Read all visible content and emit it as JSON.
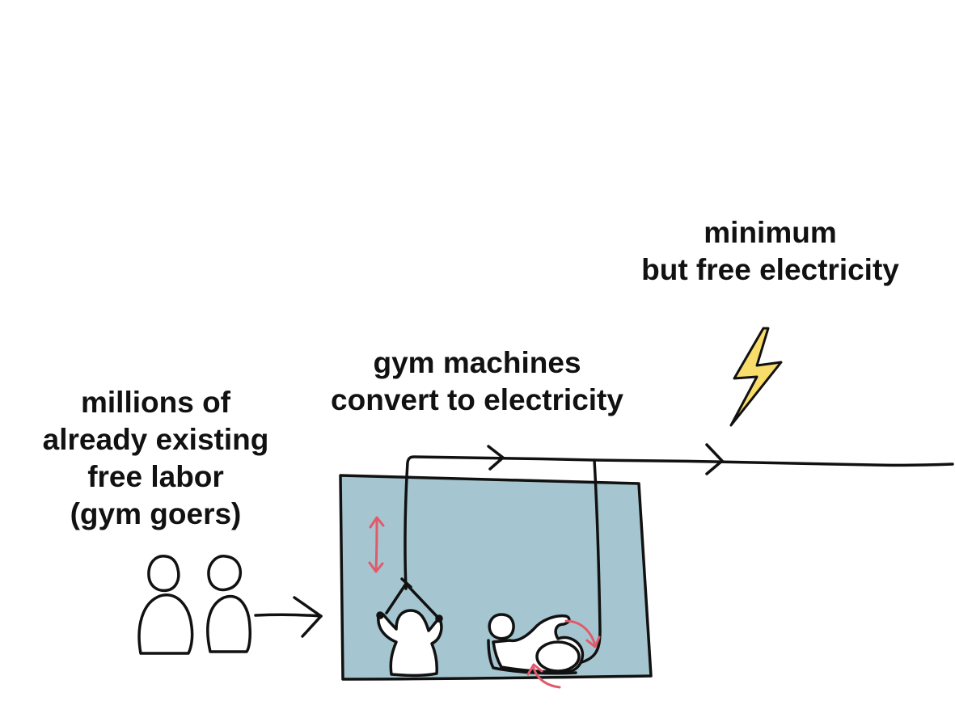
{
  "labels": {
    "labor": [
      "millions of",
      "already existing",
      "free labor",
      "(gym goers)"
    ],
    "machines": [
      "gym machines",
      "convert to electricity"
    ],
    "electricity": [
      "minimum",
      "but free electricity"
    ]
  },
  "colors": {
    "ink": "#111111",
    "room_fill": "#a5c6d0",
    "motion_arrows": "#e15a6a",
    "bolt_fill": "#f8dd6b"
  },
  "icons": [
    "person-icon",
    "lightning-bolt-icon",
    "arrow-right-icon",
    "motion-arrow-icon"
  ]
}
